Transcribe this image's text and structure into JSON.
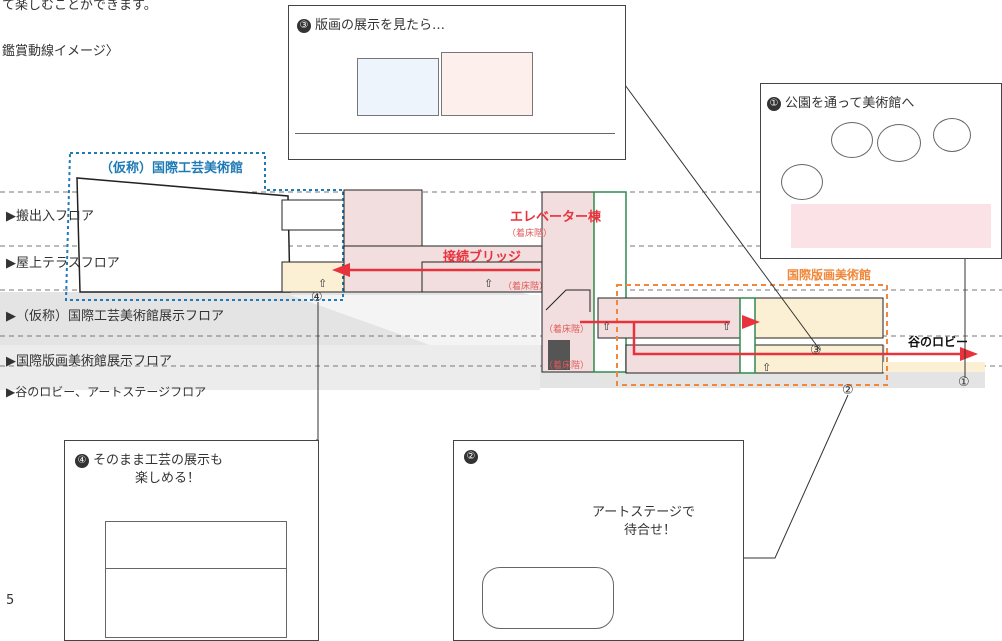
{
  "header": {
    "intro_fragment": "て楽しむことができます。",
    "route_title": "鑑賞動線イメージ〉"
  },
  "floors": [
    "▶搬出入フロア",
    "▶屋上テラスフロア",
    "▶（仮称）国際工芸美術館展示フロア",
    "▶国際版画美術館展示フロア",
    "▶谷のロビー、アートステージフロア"
  ],
  "buildings": {
    "craft_museum": "（仮称）国際工芸美術館",
    "print_museum": "国際版画美術館",
    "elevator": "エレベーター棟",
    "bridge": "接続ブリッジ",
    "lobby": "谷のロビー"
  },
  "floor_tags": [
    "（着床階）",
    "（着床階）",
    "（着床階）",
    "（着床階）"
  ],
  "markers": [
    "①",
    "②",
    "③",
    "④"
  ],
  "panels": {
    "p1": {
      "num": "①",
      "title": "公園を通って美術館へ"
    },
    "p2": {
      "num": "②",
      "caption_line1": "アートステージで",
      "caption_line2": "待合せ！"
    },
    "p3": {
      "num": "③",
      "title": "版画の展示を見たら…"
    },
    "p4": {
      "num": "④",
      "title_line1": "そのまま工芸の展示も",
      "title_line2": "楽しめる！"
    }
  },
  "page_number": "5",
  "colors": {
    "route_red": "#e8323c",
    "craft_blue": "#1f7bb6",
    "print_orange": "#f0873a",
    "elevator_green": "#2e8b4e",
    "tan_fill": "#fbf0d4",
    "pink_fill": "#f2dede",
    "figure_yellow": "#ecea7a"
  }
}
